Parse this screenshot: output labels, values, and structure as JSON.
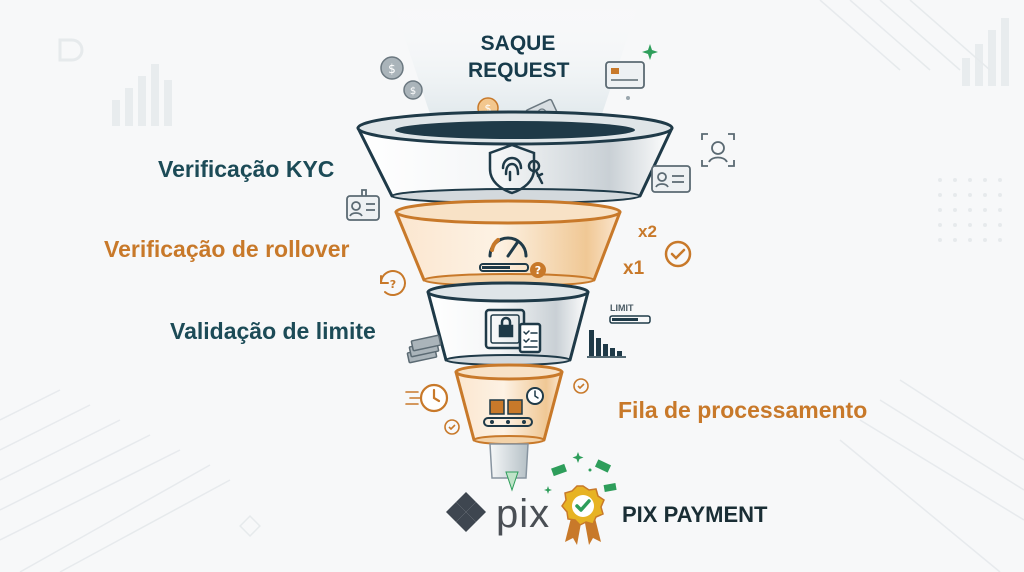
{
  "title": "SAQUE\nREQUEST",
  "title_line1": "SAQUE",
  "title_line2": "REQUEST",
  "stages": [
    {
      "label": "Verificação KYC",
      "color": "#1c4b57",
      "icon": "fingerprint-shield-key-icon"
    },
    {
      "label": "Verificação de rollover",
      "color": "#c8792a",
      "icon": "speedometer-gauge-icon"
    },
    {
      "label": "Validação de limite",
      "color": "#1c4b57",
      "icon": "safe-lock-checklist-icon"
    },
    {
      "label": "Fila de processamento",
      "color": "#c8792a",
      "icon": "conveyor-boxes-icon"
    }
  ],
  "badges": {
    "x2": "x2",
    "x1": "x1",
    "limit": "LIMIT"
  },
  "pix": {
    "logo_text": "pix",
    "label": "PIX PAYMENT"
  },
  "colors": {
    "teal": "#1c4b57",
    "orange": "#c8792a",
    "green": "#2e9e5b",
    "gold": "#e7b324"
  }
}
